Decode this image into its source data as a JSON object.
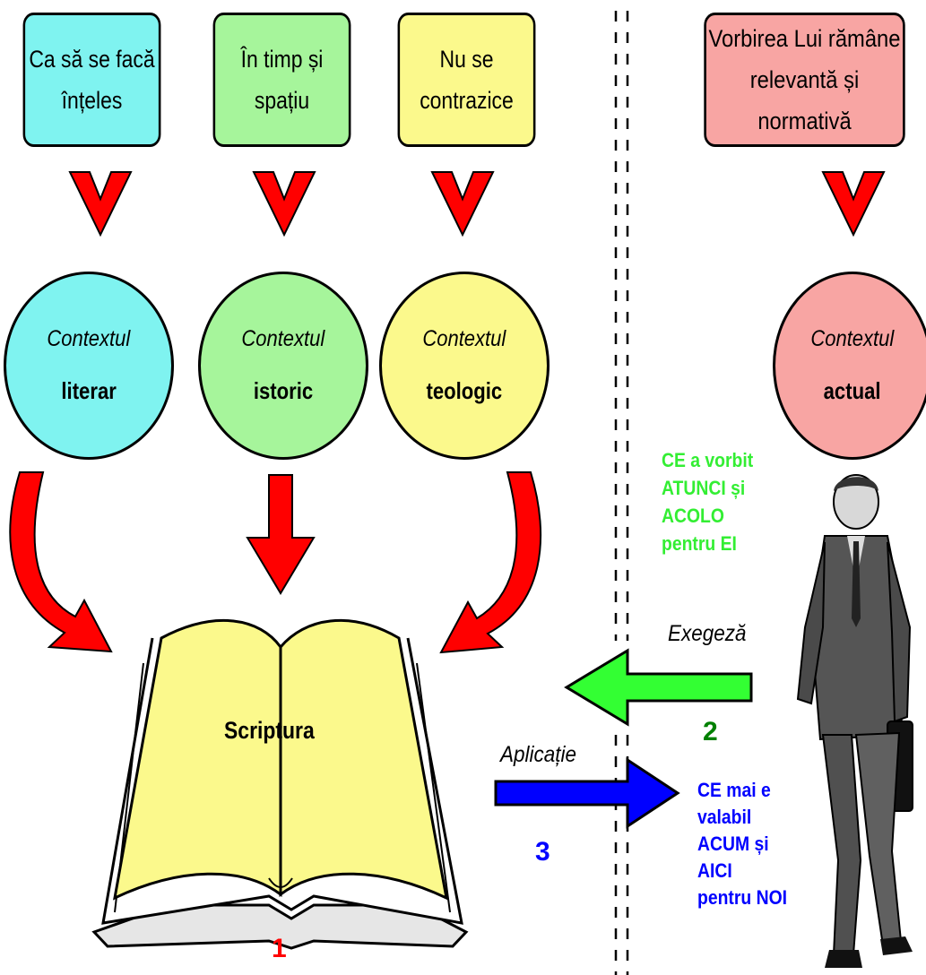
{
  "boxes": [
    {
      "id": "literar",
      "line1": "Ca să se facă",
      "line2": "înțeles",
      "color": "#7ff3f0"
    },
    {
      "id": "istoric",
      "line1": "În timp și",
      "line2": "spațiu",
      "color": "#a6f59b"
    },
    {
      "id": "teologic",
      "line1": "Nu se",
      "line2": "contrazice",
      "color": "#fbf98c"
    },
    {
      "id": "actual",
      "line1": "Vorbirea Lui rămâne",
      "line2": "relevantă și normativă",
      "color": "#f8a5a3"
    }
  ],
  "circles": [
    {
      "id": "literar",
      "italic": "Contextul",
      "bold": "literar"
    },
    {
      "id": "istoric",
      "italic": "Contextul",
      "bold": "istoric"
    },
    {
      "id": "teologic",
      "italic": "Contextul",
      "bold": "teologic"
    },
    {
      "id": "actual",
      "italic": "Contextul",
      "bold": "actual"
    }
  ],
  "book_label": "Scriptura",
  "number_1": "1",
  "exegeza_label": "Exegeză",
  "number_2": "2",
  "aplicatie_label": "Aplicație",
  "number_3": "3",
  "then_text": [
    "CE a vorbit",
    "ATUNCI și",
    "ACOLO",
    "pentru EI"
  ],
  "now_text": [
    "CE mai e",
    "valabil",
    "ACUM și",
    "AICI",
    "pentru NOI"
  ],
  "colors": {
    "red": "#ff0000",
    "green": "#22ee22",
    "blue": "#0000ff",
    "dark_green": "#008000",
    "bright_green": "#33ff33",
    "book_yellow": "#fbf98c"
  }
}
